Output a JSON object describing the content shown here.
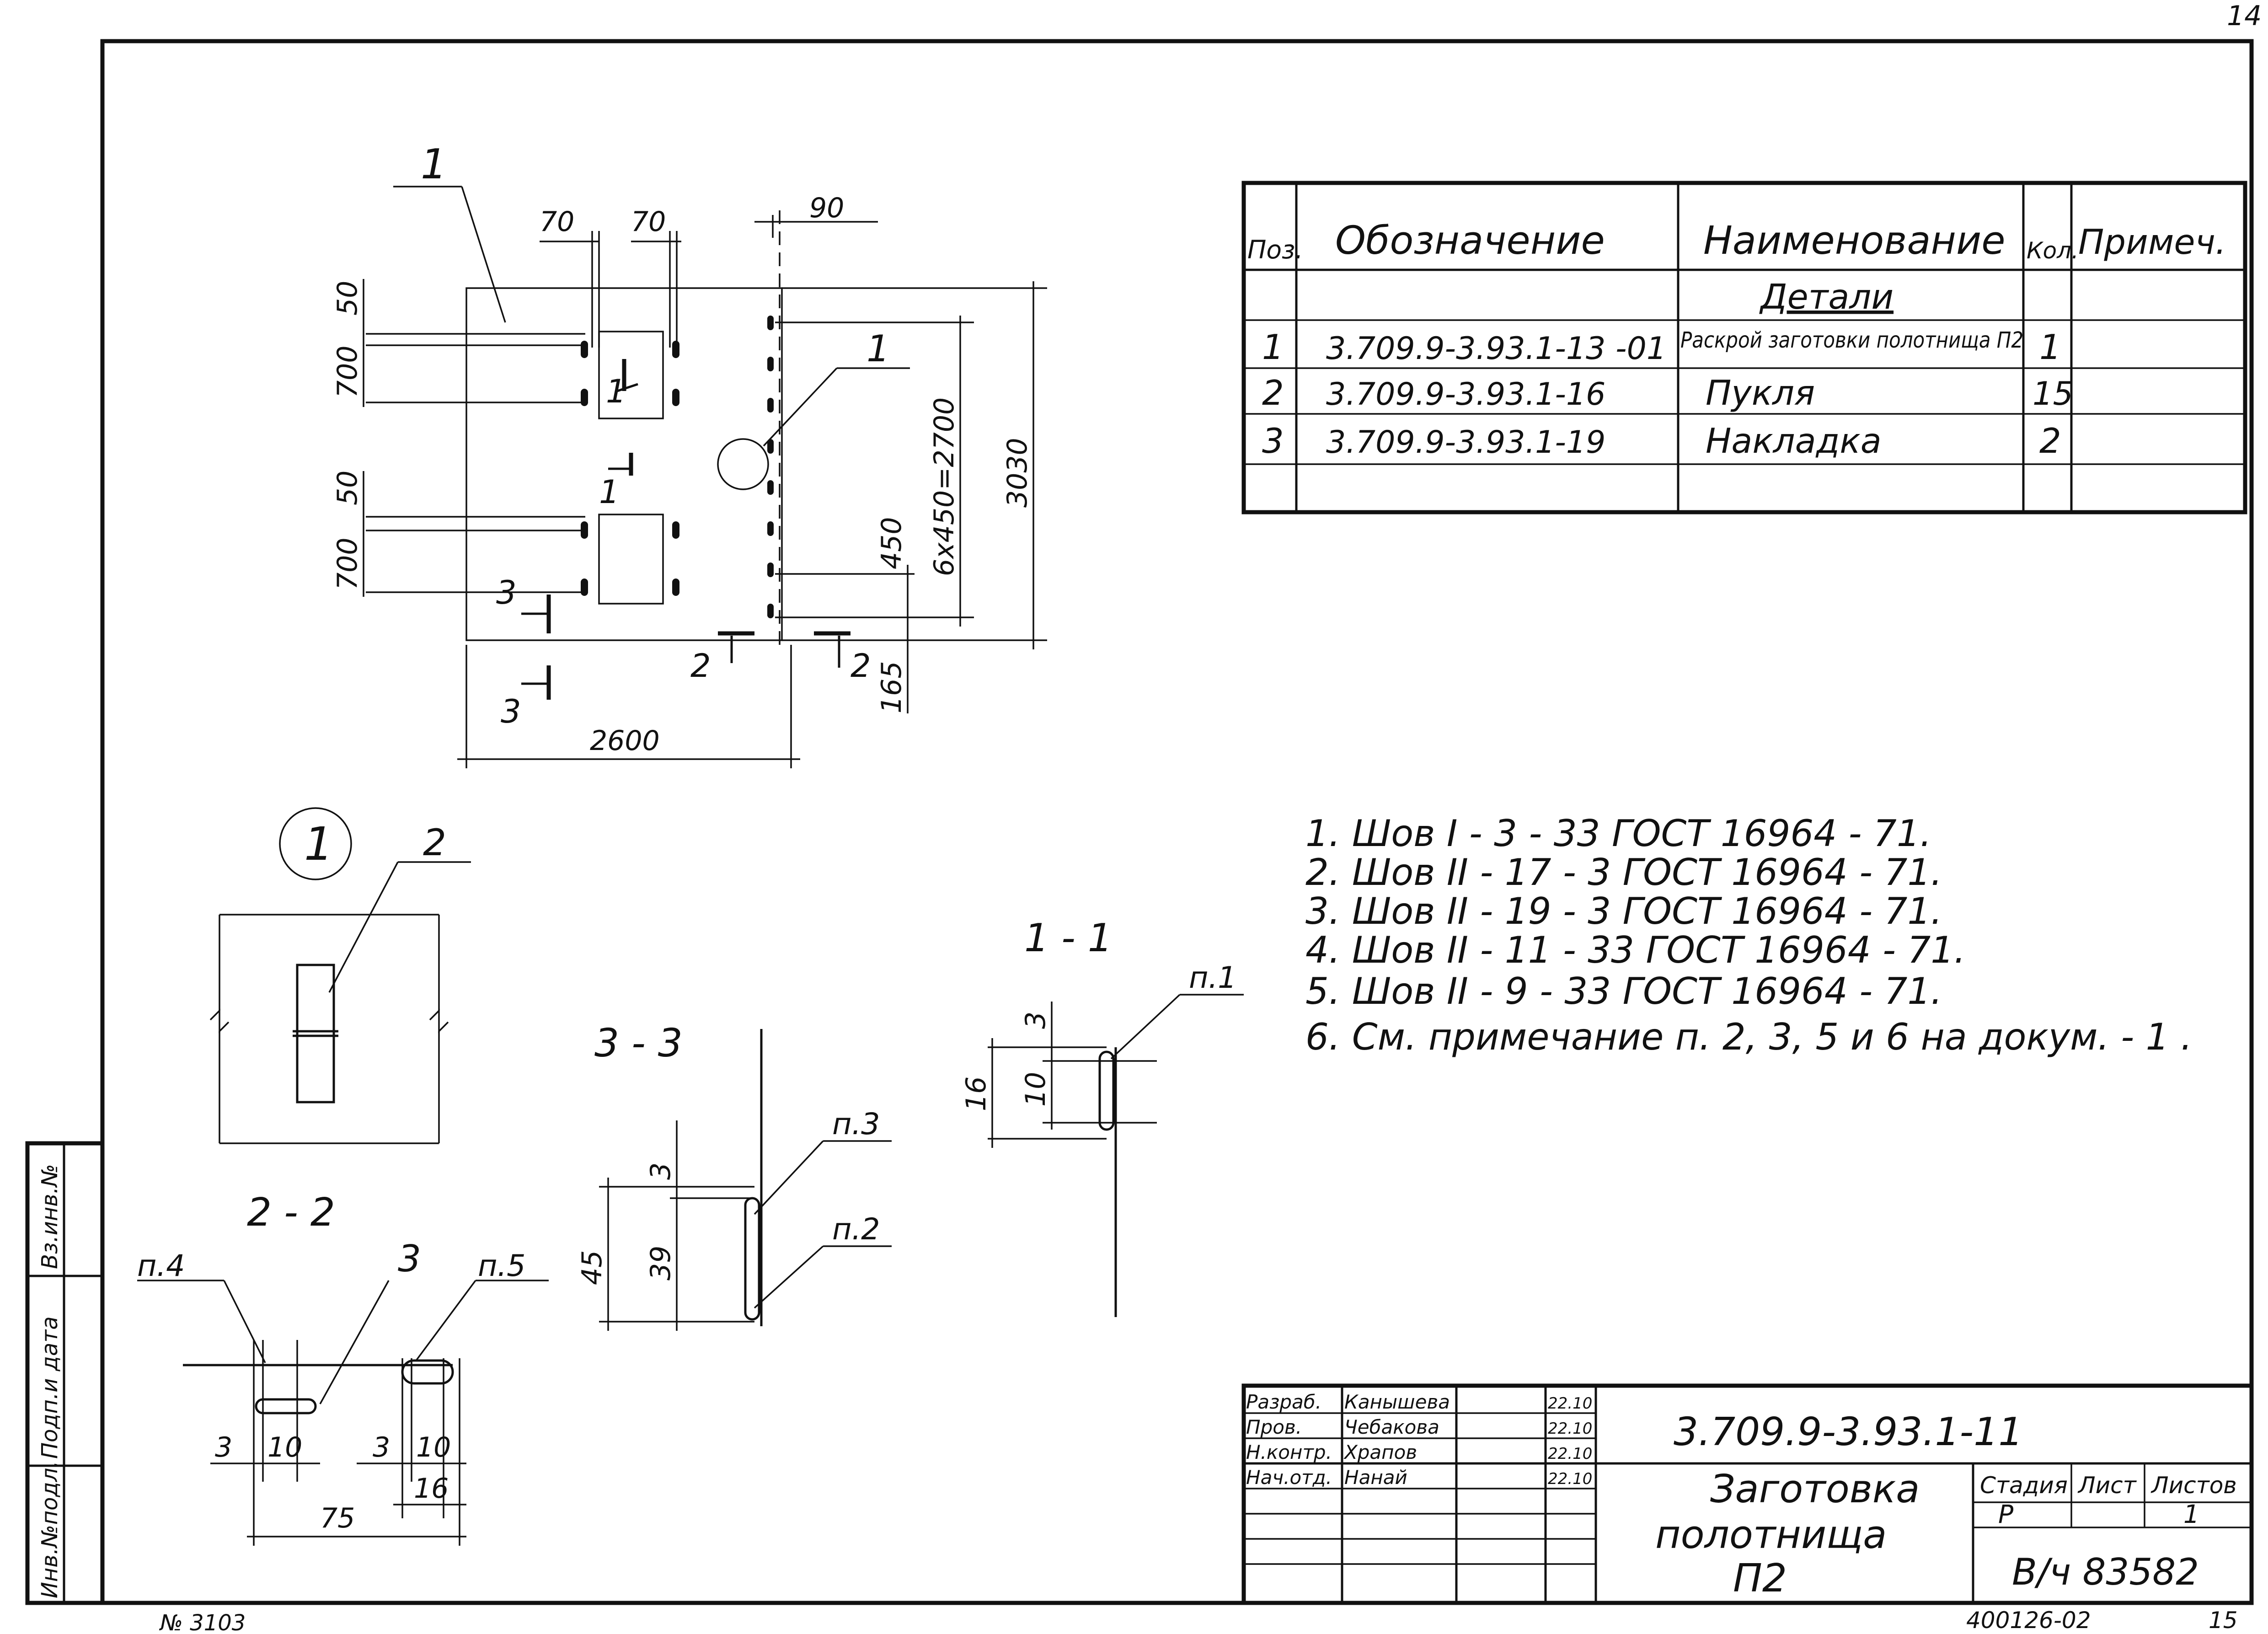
{
  "sheet": {
    "corner_number": "14",
    "handwritten_note": "№ 3103",
    "footer_code": "400126-02",
    "footer_page": "15"
  },
  "plan_view": {
    "callout_1": "1",
    "callout_detail": "1",
    "section_1_marks": [
      "1",
      "1"
    ],
    "section_2_marks": [
      "2",
      "2"
    ],
    "section_3_marks": [
      "3",
      "3"
    ],
    "dim_70_a": "70",
    "dim_70_b": "70",
    "dim_90": "90",
    "dim_50_a": "50",
    "dim_700_a": "700",
    "dim_50_b": "50",
    "dim_700_b": "700",
    "dim_6x450": "6x450=2700",
    "dim_3030": "3030",
    "dim_450": "450",
    "dim_165": "165",
    "dim_2600": "2600"
  },
  "spec_table": {
    "headers": [
      "Поз.",
      "Обозначение",
      "Наименование",
      "Кол.",
      "Примеч."
    ],
    "group": "Детали",
    "rows": [
      {
        "pos": "1",
        "code": "3.709.9-3.93.1-13 -01",
        "name": "Раскрой заготовки полотнища П2",
        "qty": "1"
      },
      {
        "pos": "2",
        "code": "3.709.9-3.93.1-16",
        "name": "Пукля",
        "qty": "15"
      },
      {
        "pos": "3",
        "code": "3.709.9-3.93.1-19",
        "name": "Накладка",
        "qty": "2"
      }
    ]
  },
  "notes": [
    "1. Шов I - 3 - 33    ГОСТ 16964 - 71.",
    "2. Шов II - 17 - 3    ГОСТ 16964 - 71.",
    "3. Шов II - 19 - 3    ГОСТ 16964 - 71.",
    "4. Шов II - 11 - 33   ГОСТ 16964 - 71.",
    "5. Шов II - 9 - 33    ГОСТ 16964 - 71.",
    "6. См. примечание п. 2, 3, 5 и 6 на докум. - 1 ."
  ],
  "detail_1": {
    "circle_label": "1",
    "leader_label": "2"
  },
  "section_2_2": {
    "title": "2 - 2",
    "label_p4": "п.4",
    "label_3": "3",
    "label_p5": "п.5",
    "dim_3a": "3",
    "dim_10a": "10",
    "dim_3b": "3",
    "dim_10b": "10",
    "dim_16": "16",
    "dim_75": "75"
  },
  "section_3_3": {
    "title": "3 - 3",
    "label_p3": "п.3",
    "label_p2": "п.2",
    "dim_3": "3",
    "dim_45": "45",
    "dim_39": "39"
  },
  "section_1_1": {
    "title": "1 - 1",
    "label_p1": "п.1",
    "dim_3": "3",
    "dim_16": "16",
    "dim_10": "10"
  },
  "side_stamp": {
    "field1": "Инв.№подл.",
    "field2": "Подп.и дата",
    "field3": "Вз.инв.№"
  },
  "title_block": {
    "doc_code": "3.709.9-3.93.1-11",
    "title_lines": [
      "Заготовка",
      "полотнища",
      "П2"
    ],
    "roles": [
      {
        "role": "Разраб.",
        "name": "Канышева",
        "date": "22.10"
      },
      {
        "role": "Пров.",
        "name": "Чебакова",
        "date": "22.10"
      },
      {
        "role": "Н.контр.",
        "name": "Храпов",
        "date": "22.10"
      },
      {
        "role": "Нач.отд.",
        "name": "Нанай",
        "date": "22.10"
      }
    ],
    "stage_header": "Стадия",
    "sheet_header": "Лист",
    "sheets_header": "Листов",
    "stage_value": "Р",
    "sheets_value": "1",
    "archive": "В/ч 83582"
  }
}
